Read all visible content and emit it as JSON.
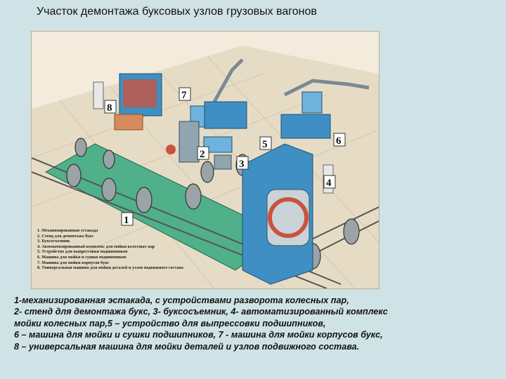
{
  "title": "Участок демонтажа буксовых узлов грузовых вагонов",
  "figure": {
    "number_labels": [
      "1",
      "2",
      "3",
      "4",
      "5",
      "6",
      "7",
      "8"
    ],
    "legend": [
      "1. Механизированная эстакада",
      "2. Стенд для демонтажа букс",
      "3. Буксосъемник",
      "4. Автоматизированный комплекс для мойки колесных пар",
      "5. Устройство для выпрессовки подшипников",
      "6. Машина для мойки и сушки подшипников",
      "7. Машина для мойки корпусов букс",
      "8. Универсальная машина для мойки деталей и узлов подвижного состава"
    ]
  },
  "caption": [
    "1-механизированная эстакада, с устройствами разворота колесных пар,",
    "2- стенд для демонтажа букс,  3- буксосъемник, 4- автоматизированный комплекс",
    "мойки колесных пар,5 – устройство для выпрессовки подшипников,",
    "6 – машина для мойки и сушки подшипников, 7 - машина для мойки корпусов букс,",
    "8 – универсальная машина для мойки деталей и узлов подвижного состава."
  ]
}
